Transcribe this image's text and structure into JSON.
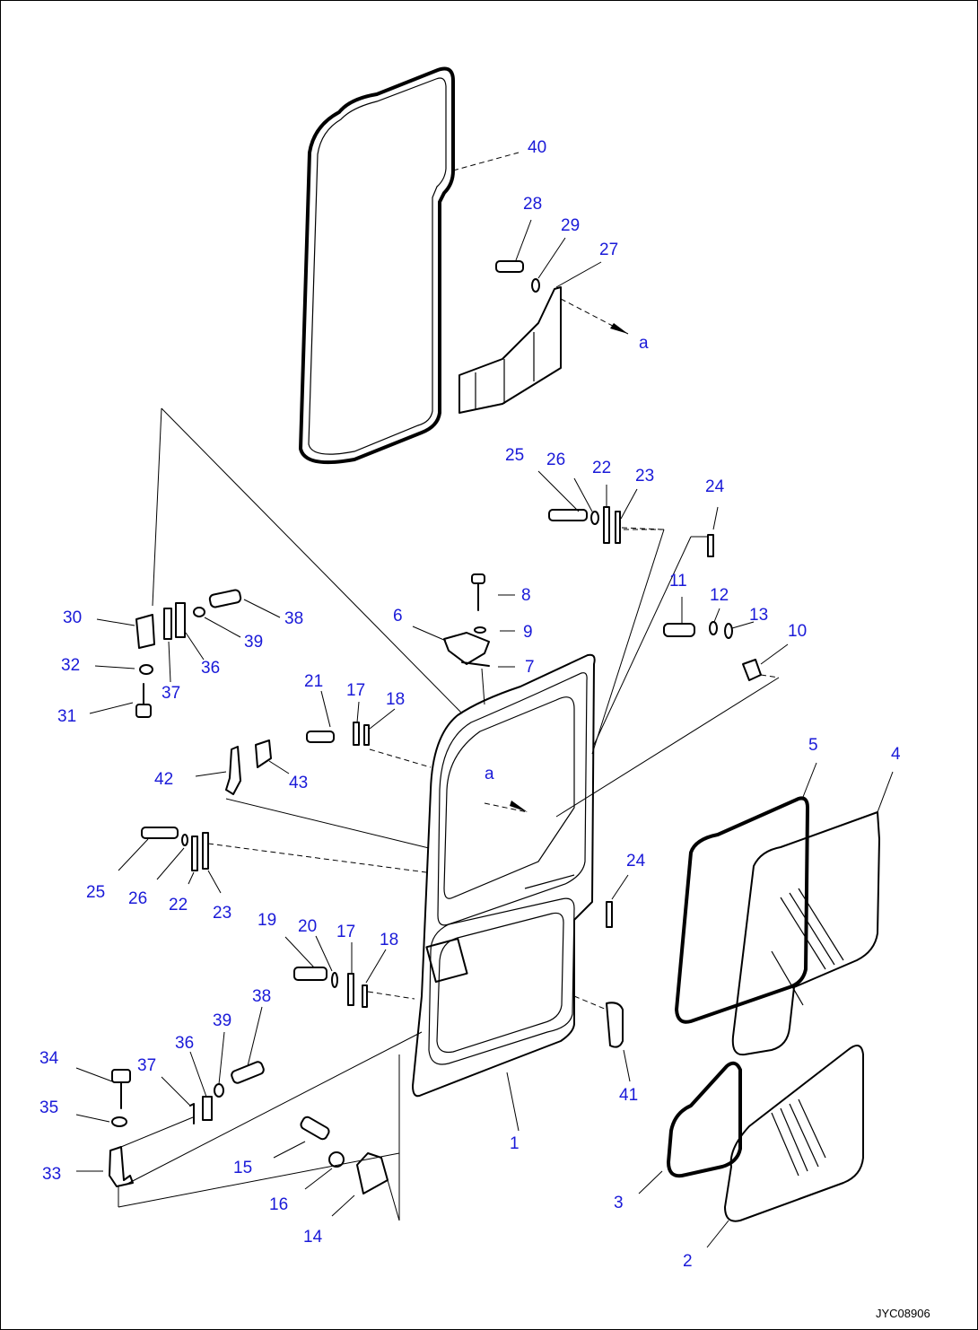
{
  "callouts": {
    "c40": "40",
    "c28": "28",
    "c29": "29",
    "c27": "27",
    "ca_top": "a",
    "c25a": "25",
    "c26a": "26",
    "c22a": "22",
    "c23a": "23",
    "c24a": "24",
    "c8": "8",
    "c9": "9",
    "c6": "6",
    "c7": "7",
    "c11": "11",
    "c12": "12",
    "c13": "13",
    "c10": "10",
    "c30": "30",
    "c38a": "38",
    "c39a": "39",
    "c32": "32",
    "c36a": "36",
    "c37a": "37",
    "c31": "31",
    "c21": "21",
    "c17a": "17",
    "c18a": "18",
    "c42": "42",
    "c43": "43",
    "ca_mid": "a",
    "c5": "5",
    "c4": "4",
    "c25b": "25",
    "c26b": "26",
    "c22b": "22",
    "c23b": "23",
    "c24b": "24",
    "c19": "19",
    "c20": "20",
    "c17b": "17",
    "c18b": "18",
    "c38b": "38",
    "c39b": "39",
    "c36b": "36",
    "c37b": "37",
    "c34": "34",
    "c35": "35",
    "c33": "33",
    "c41": "41",
    "c1": "1",
    "c15": "15",
    "c16": "16",
    "c14": "14",
    "c3": "3",
    "c2": "2"
  },
  "drawing_code": "JYC08906",
  "colors": {
    "callout": "#1a1ad8",
    "line": "#000000",
    "background": "#ffffff"
  }
}
